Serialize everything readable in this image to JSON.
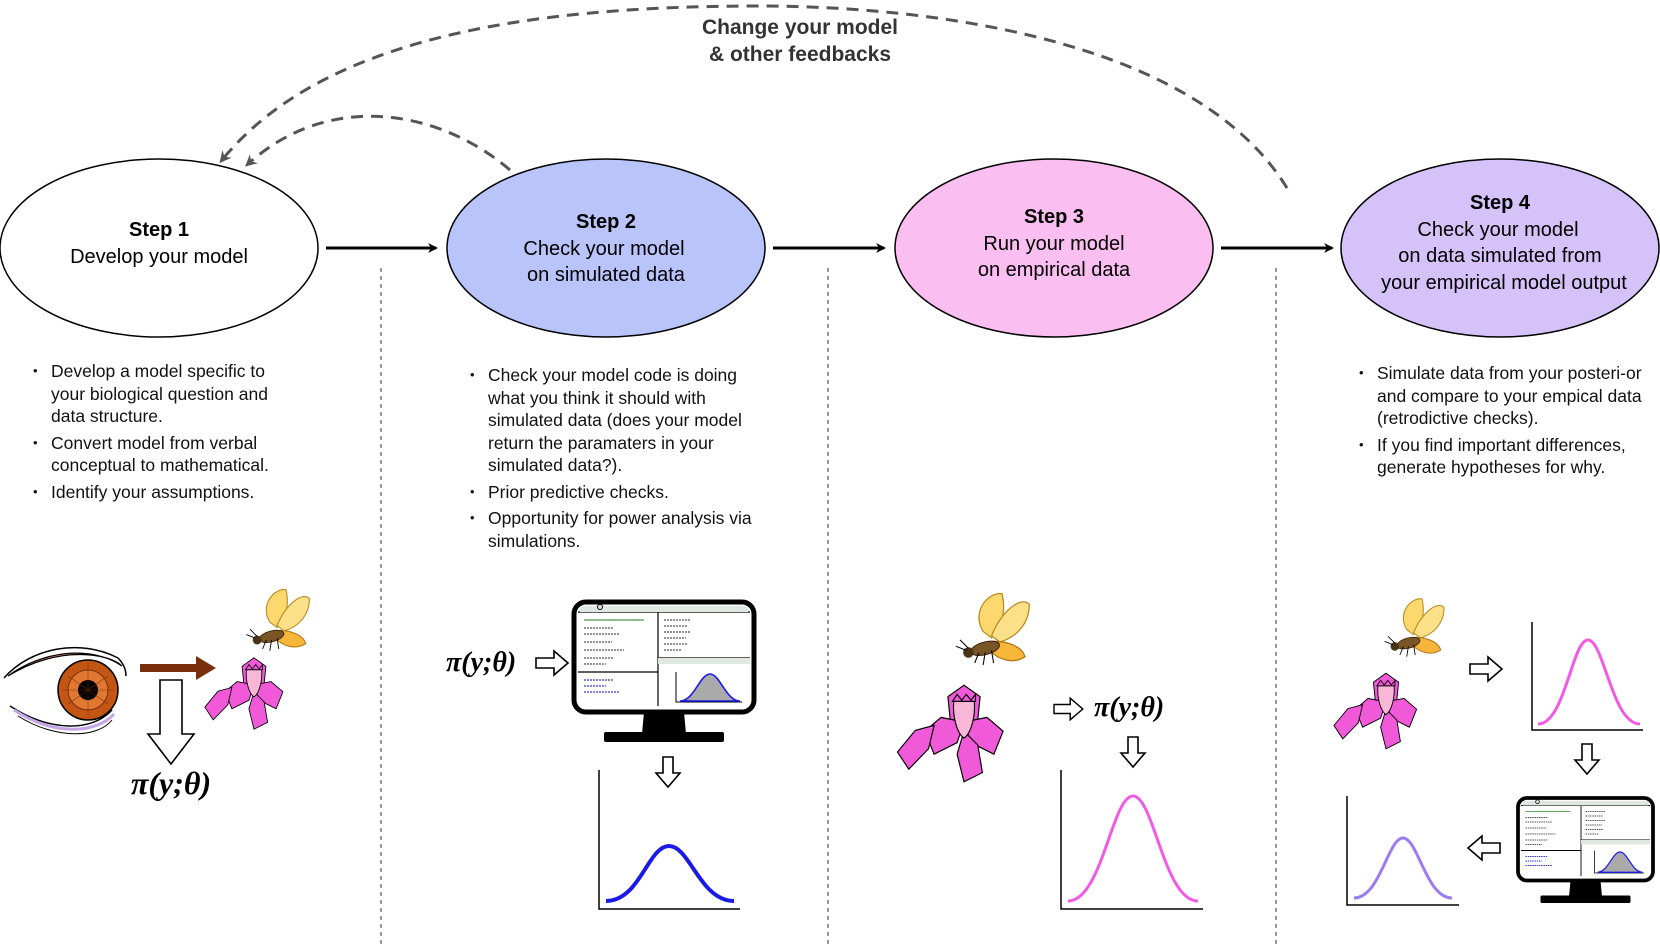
{
  "feedback": {
    "line1": "Change your model",
    "line2": "& other feedbacks"
  },
  "steps": [
    {
      "title": "Step 1",
      "lines": [
        "Develop your model"
      ],
      "fill": "#ffffff",
      "bullets": [
        "Develop a model specific to your biological question and data structure.",
        "Convert model from verbal conceptual to mathematical.",
        "Identify your assumptions."
      ]
    },
    {
      "title": "Step 2",
      "lines": [
        "Check your model",
        "on simulated data"
      ],
      "fill": "#b9c4fb",
      "bullets": [
        "Check your model code is doing what you think it should with simulated data (does your model return the paramaters in your simulated data?).",
        "Prior predictive checks.",
        "Opportunity for power analysis via simulations."
      ]
    },
    {
      "title": "Step 3",
      "lines": [
        "Run your model",
        "on empirical data"
      ],
      "fill": "#fbbef0",
      "bullets": []
    },
    {
      "title": "Step 4",
      "lines": [
        "Check your model",
        "on data simulated from",
        "your empirical model output"
      ],
      "fill": "#d5c2f8",
      "bullets": [
        "Simulate data from your posteri-or and compare to your empical data (retrodictive checks).",
        "If you find important differences, generate hypotheses for why."
      ]
    }
  ],
  "math": {
    "model": "π(y;θ)"
  },
  "colors": {
    "eye_arrow": "#7a2e0c",
    "curve_blue": "#1a1ae6",
    "curve_pink": "#f25ae6",
    "curve_purple": "#9b7cf2",
    "flower": "#f05ad8",
    "flower_center": "#f9b7d8",
    "wing": "#fcd36a",
    "dashed": "#555555"
  },
  "icons": [
    "eye-icon",
    "bee-icon",
    "flower-icon",
    "monitor-icon",
    "hollow-arrow-icon",
    "density-plot-icon"
  ]
}
